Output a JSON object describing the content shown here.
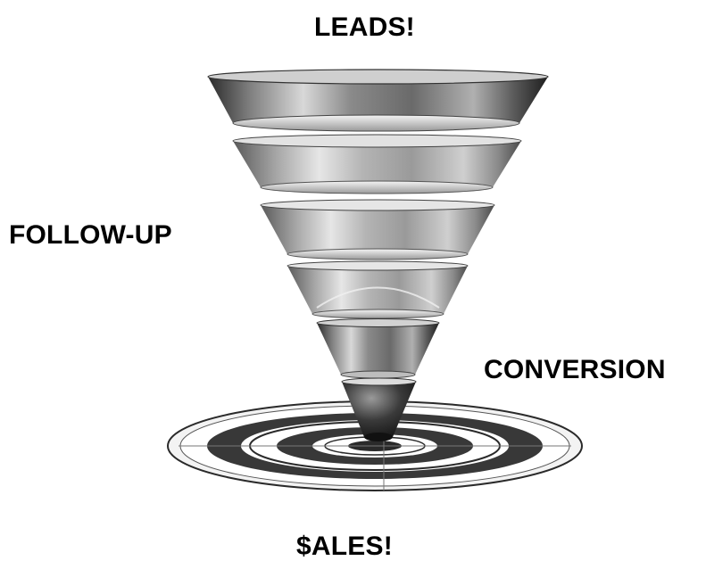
{
  "labels": {
    "top": "LEADS!",
    "left": "FOLLOW-UP",
    "right": "CONVERSION",
    "bottom": "$ALES!"
  },
  "colors": {
    "ring_dark": "#3a3a3a",
    "ring_light": "#ffffff",
    "layer_dark": "#555555",
    "layer_mid": "#9a9a9a",
    "layer_light": "#d6d6d6",
    "text": "#000000"
  }
}
